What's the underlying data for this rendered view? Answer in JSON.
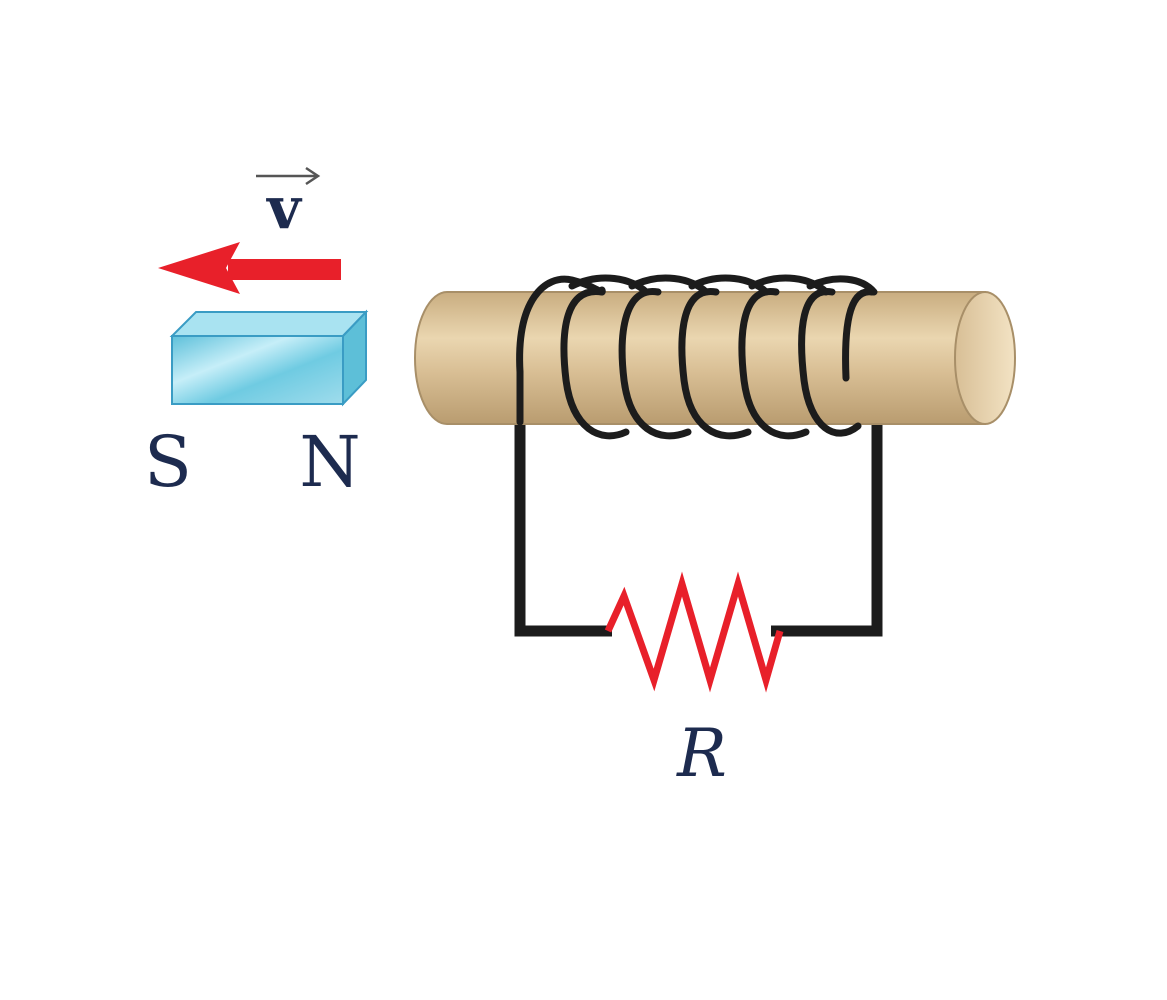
{
  "labels": {
    "velocity": "v",
    "magnet_south": "S",
    "magnet_north": "N",
    "resistor": "R"
  },
  "colors": {
    "arrow": "#e8202a",
    "resistor": "#e8202a",
    "wire": "#1c1c1c",
    "magnet_face": "#7fd0e4",
    "magnet_top": "#a9e3f1",
    "magnet_side": "#5dbfd8",
    "magnet_edge": "#3a9cc4",
    "core_body": "#dcc39a",
    "core_end": "#ead6b0",
    "core_edge": "#a88f68",
    "label_text": "#1d2b4f"
  },
  "icons": {
    "velocity_arrow": "left-arrow",
    "vector_overarrow": "right-arrow"
  }
}
